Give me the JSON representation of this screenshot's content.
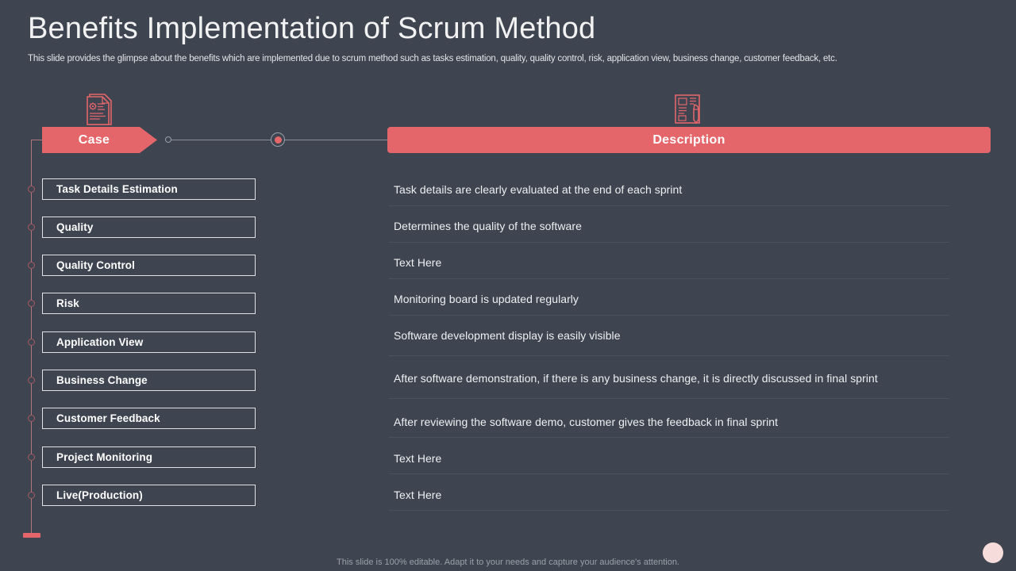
{
  "header": {
    "title": "Benefits Implementation of Scrum Method",
    "subtitle": "This slide provides the glimpse about the benefits which are implemented due to scrum method such as tasks estimation, quality, quality control, risk, application view, business change, customer feedback, etc."
  },
  "icons": {
    "left": "document-settings-icon",
    "right": "document-pen-icon"
  },
  "columns": {
    "case_label": "Case",
    "description_label": "Description"
  },
  "rows": [
    {
      "case": "Task Details Estimation",
      "case_suffix": "",
      "description": "Task details are clearly evaluated at the end of each sprint"
    },
    {
      "case": "Quality",
      "case_suffix": "",
      "description": "Determines the quality of the software"
    },
    {
      "case": "Quality Control",
      "case_suffix": "",
      "description": "Text Here"
    },
    {
      "case": "Risk",
      "case_suffix": "",
      "description": "Monitoring board is updated regularly"
    },
    {
      "case": "Application View",
      "case_suffix": "",
      "description": "Software development display is easily visible"
    },
    {
      "case": "Business Change",
      "case_suffix": "",
      "description": "After software demonstration, if there is any business change, it is directly discussed in final sprint"
    },
    {
      "case": "Customer Feedback",
      "case_suffix": "",
      "description": "After reviewing the software demo, customer gives the feedback in final sprint"
    },
    {
      "case": "Project Monitoring",
      "case_suffix": "",
      "description": "Text Here"
    },
    {
      "case": "Live ",
      "case_suffix": "(Production)",
      "description": "Text Here"
    }
  ],
  "footer": {
    "note": "This slide is 100% editable. Adapt it to your needs and capture your audience's attention."
  },
  "colors": {
    "background": "#3e4550",
    "accent": "#e4666a",
    "text": "#ffffff",
    "separator": "#4a515c",
    "timeline": "#b3787c",
    "corner_circle": "#f7dcdc"
  }
}
